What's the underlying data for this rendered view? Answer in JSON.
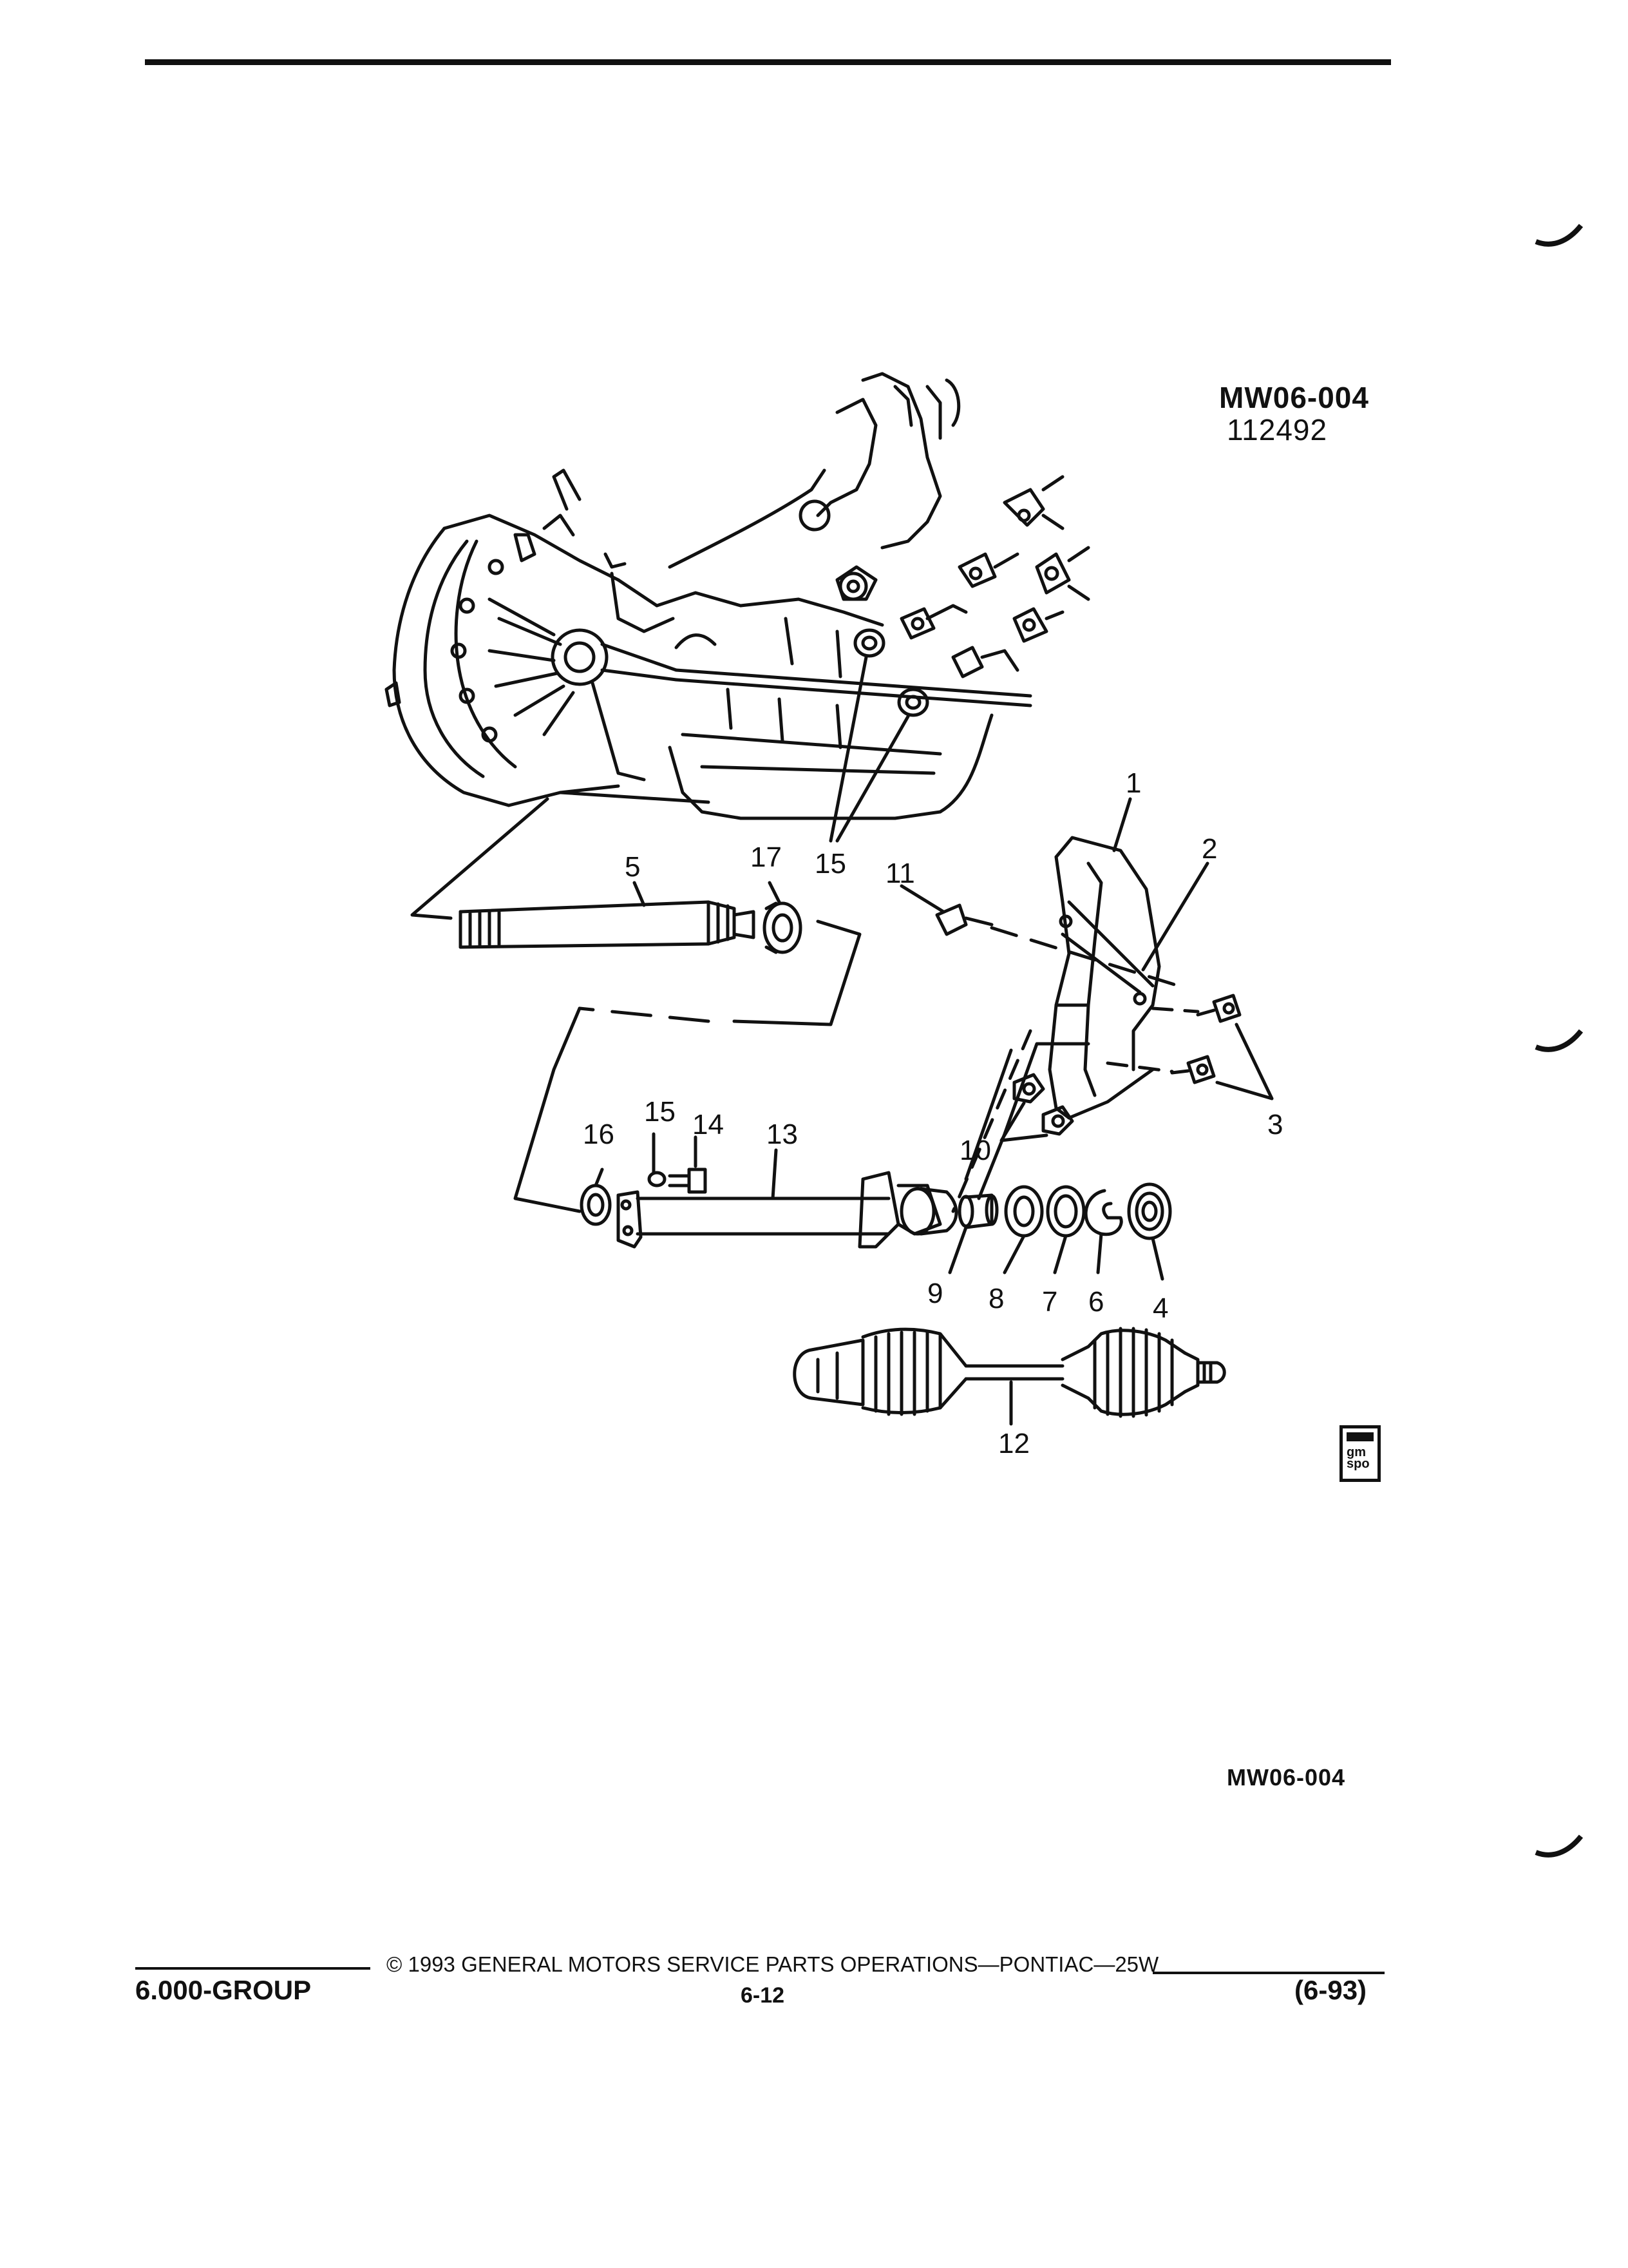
{
  "header": {
    "ref_code": "MW06-004",
    "ref_number": "112492"
  },
  "figure": {
    "callouts": [
      "1",
      "2",
      "3",
      "4",
      "5",
      "6",
      "7",
      "8",
      "9",
      "10",
      "11",
      "12",
      "13",
      "14",
      "15",
      "15",
      "16",
      "17"
    ],
    "bottom_ref": "MW06-004"
  },
  "logo": {
    "text": "gm\nspo"
  },
  "footer": {
    "copyright": "© 1993  GENERAL MOTORS SERVICE PARTS OPERATIONS—PONTIAC—25W",
    "group": "6.000-GROUP",
    "page": "6-12",
    "revision": "(6-93)"
  }
}
